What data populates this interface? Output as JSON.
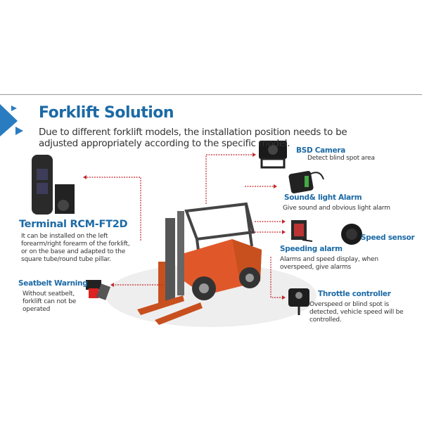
{
  "header": {
    "title": "Forklift Solution",
    "subtitle": "Due to different forklift models, the installation position needs to be adjusted appropriately according to the specific model."
  },
  "components": {
    "terminal": {
      "label": "Terminal RCM-FT2D",
      "desc": "It can be installed on the left forearm/right forearm of the forklift, or on the base and adapted to the square tube/round tube pillar."
    },
    "seatbelt": {
      "label": "Seatbelt Warning",
      "desc": "Without seatbelt, forklift can not be operated"
    },
    "bsd_camera": {
      "label": "BSD Camera",
      "desc": "Detect blind spot area"
    },
    "sound_alarm": {
      "label": "Sound& light Alarm",
      "desc": "Give sound and obvious light alarm"
    },
    "speed_sensor": {
      "label": "Speed sensor"
    },
    "speeding_alarm": {
      "label": "Speeding alarm",
      "desc": "Alarms and speed display, when overspeed, give alarms"
    },
    "throttle": {
      "label": "Throttle controller",
      "desc": "Overspeed or blind spot is detected, vehicle speed will be controlled."
    }
  },
  "colors": {
    "accent": "#1c6aa6",
    "connector": "#c0282d",
    "forklift": "#e0582a"
  }
}
